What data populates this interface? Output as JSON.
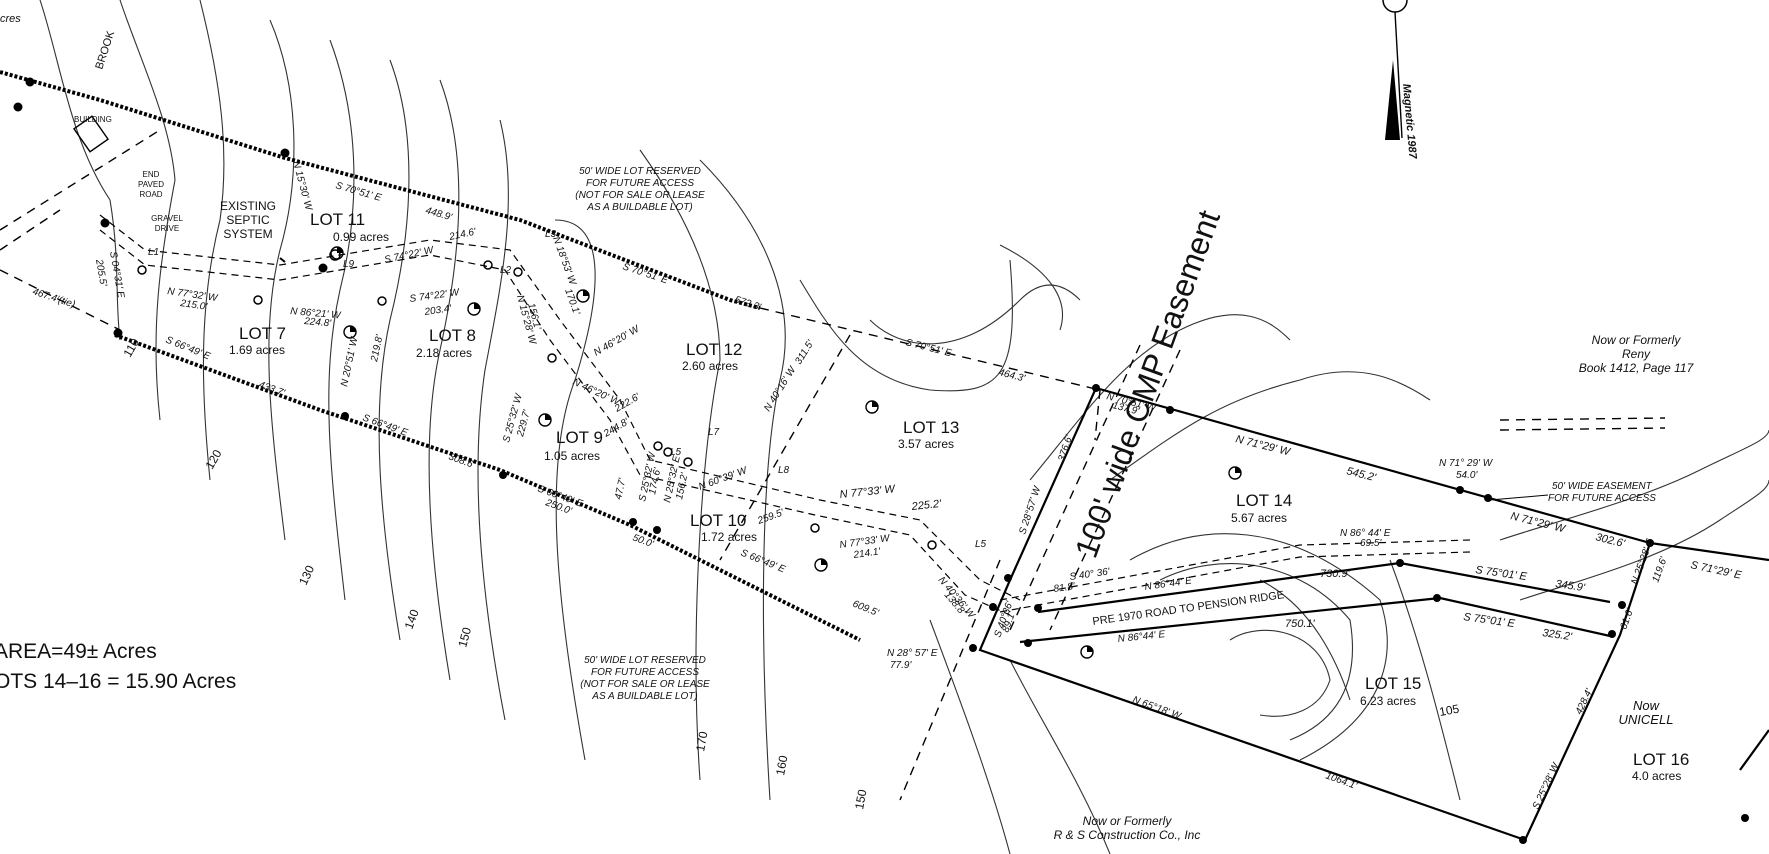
{
  "map": {
    "lots": [
      {
        "id": "lot-11",
        "name": "LOT 11",
        "area": "0.99 acres"
      },
      {
        "id": "lot-7",
        "name": "LOT 7",
        "area": "1.69 acres"
      },
      {
        "id": "lot-8",
        "name": "LOT 8",
        "area": "2.18 acres"
      },
      {
        "id": "lot-9",
        "name": "LOT 9",
        "area": "1.05 acres"
      },
      {
        "id": "lot-12",
        "name": "LOT 12",
        "area": "2.60 acres"
      },
      {
        "id": "lot-10",
        "name": "LOT 10",
        "area": "1.72 acres"
      },
      {
        "id": "lot-13",
        "name": "LOT 13",
        "area": "3.57 acres"
      },
      {
        "id": "lot-14",
        "name": "LOT 14",
        "area": "5.67 acres"
      },
      {
        "id": "lot-15",
        "name": "LOT 15",
        "area": "6.23 acres"
      },
      {
        "id": "lot-16",
        "name": "LOT 16",
        "area": "4.0 acres"
      }
    ],
    "bearings": [
      "S 70°51' E",
      "448.9'",
      "N 15°30' W",
      "S 74°22' W",
      "214.6'",
      "S 70°51' E",
      "572.3'",
      "S 70°51' E",
      "464.3'",
      "N 77°32' W",
      "215.0'",
      "N 86°21' W",
      "224.8'",
      "S 74°22' W",
      "203.4'",
      "S 66°49' E",
      "433.7'",
      "S 66°49' E",
      "308.6'",
      "S 66°49' E",
      "250.0'",
      "S 66°49' E",
      "609.5'",
      "N 46°20' W",
      "222.6'",
      "N 46°20' W",
      "244.8'",
      "N 40°16' W",
      "311.5'",
      "N 77°33' W",
      "225.2'",
      "N 60°39' W",
      "259.5'",
      "N 77°33' W",
      "214.1'",
      "N 40°36' W",
      "138.8'",
      "N 70°51' W",
      "137.9'",
      "N 71°29' W",
      "545.2'",
      "N 71° 29' W",
      "54.0'",
      "N 71°29' W",
      "302.6'",
      "N 86° 44' E",
      "69.5'",
      "730.9'",
      "S 75°01' E",
      "345.9'",
      "750.1'",
      "S 75°01' E",
      "325.2'",
      "S 40° 36'",
      "81.8'",
      "N 86°44' E",
      "N 86°44' E",
      "N 28° 57' E",
      "77.9'",
      "N 65°18' W",
      "1064.1'",
      "S 28°57' W",
      "376.6'",
      "N 25°28' E",
      "119.6'",
      "S 71°29' E",
      "S 25°28' W",
      "428.4'",
      "61.6'",
      "205.5'",
      "467.4'(tie)",
      "S 04°31' E",
      "S 25°32' W",
      "229.7'",
      "N 18°53' W",
      "170.1'",
      "N 20°51' W",
      "219.8'",
      "N 15°28' W",
      "156.1'",
      "S 25°32' W",
      "174.6'",
      "N 25°32' E",
      "156.2'",
      "S 40°36'",
      "89.1'",
      "47.7'",
      "50.0'"
    ],
    "line_labels": [
      "L9",
      "L2",
      "L5",
      "L7",
      "L8",
      "L5",
      "L1",
      "L3"
    ],
    "contours": [
      "110",
      "120",
      "130",
      "140",
      "150",
      "170",
      "160",
      "150",
      "105"
    ],
    "notes": {
      "reserved_top": [
        "50' WIDE LOT RESERVED",
        "FOR FUTURE ACCESS",
        "(NOT FOR SALE OR LEASE",
        "AS A BUILDABLE LOT)"
      ],
      "reserved_bottom": [
        "50' WIDE LOT RESERVED",
        "FOR FUTURE ACCESS",
        "(NOT FOR SALE OR LEASE",
        "AS A BUILDABLE LOT)"
      ],
      "easement_future": [
        "50' WIDE EASEMENT",
        "FOR FUTURE ACCESS"
      ],
      "septic": [
        "EXISTING",
        "SEPTIC",
        "SYSTEM"
      ],
      "end_paved": [
        "END",
        "PAVED",
        "ROAD"
      ],
      "gravel": [
        "GRAVEL",
        "DRIVE"
      ],
      "building": "BUILDING",
      "brook": "BROOK",
      "acres_corner": "cres"
    },
    "cmp_easement": "100' wide CMP Easement",
    "road_label": "PRE 1970 ROAD TO PENSION RIDGE",
    "owners": {
      "reny": [
        "Now or Formerly",
        "Reny",
        "Book 1412, Page 117"
      ],
      "rs": [
        "Now or Formerly",
        "R & S Construction Co., Inc"
      ],
      "unicell": [
        "Now",
        "UNICELL"
      ]
    },
    "north_arrow": "Magnetic 1987",
    "totals": {
      "area": "AREA=49± Acres",
      "lots": "OTS 14–16 = 15.90 Acres"
    },
    "colors": {
      "ink": "#000000",
      "paper": "#ffffff"
    }
  }
}
